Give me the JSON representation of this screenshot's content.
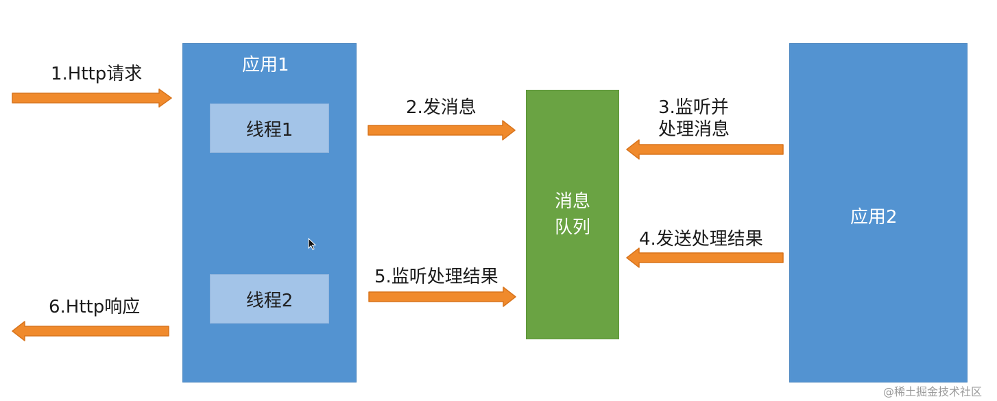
{
  "diagram": {
    "app1": {
      "title": "应用1",
      "thread1": "线程1",
      "thread2": "线程2"
    },
    "app2": {
      "title": "应用2"
    },
    "message_queue": {
      "line1": "消息",
      "line2": "队列"
    },
    "steps": {
      "step1": "1.Http请求",
      "step2": "2.发消息",
      "step3_line1": "3.监听并",
      "step3_line2": "处理消息",
      "step4": "4.发送处理结果",
      "step5": "5.监听处理结果",
      "step6": "6.Http响应"
    },
    "colors": {
      "app_box": "#5393d1",
      "thread_box": "#a3c4e8",
      "queue_box": "#6aa343",
      "arrow_fill": "#f08a2c",
      "arrow_stroke": "#d8741c"
    }
  },
  "watermark": "@稀土掘金技术社区"
}
